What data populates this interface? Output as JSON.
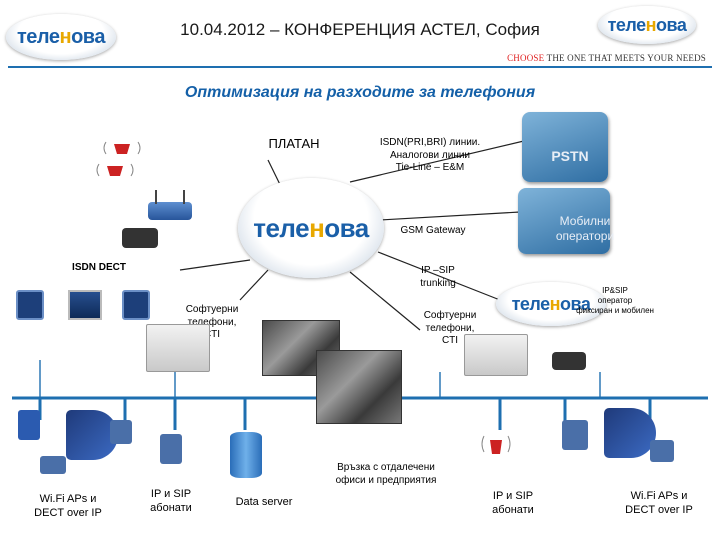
{
  "header": {
    "title": "10.04.2012 – КОНФЕРЕНЦИЯ АСТЕЛ, София",
    "tagline_choose": "CHOOSE",
    "tagline_rest": " THE ONE THAT MEETS YOUR NEEDS"
  },
  "logo_text_pre": "теле",
  "logo_text_accent": "н",
  "logo_text_post": "ова",
  "subtitle": "Оптимизация на разходите за телефония",
  "labels": {
    "platan": "ПЛАТАН",
    "isdn_lines": "ISDN(PRI,BRI) линии.\nАналогови линии\nTie-Line – E&M",
    "gsm_gateway": "GSM Gateway",
    "pstn": "PSTN",
    "mobile_operators": "Мобилни\nоператори",
    "isdn_dect": "ISDN DECT",
    "ip_sip_trunking": "IP –SIP\ntrunking",
    "ip_sip_operator": "IP&SIP\nоператор\nфиксиран и мобилен",
    "soft_phones_left": "Софтуерни\nтелефони,\nCTI",
    "soft_phones_right": "Софтуерни\nтелефони,\nCTI",
    "remote_offices": "Връзка с отдалечени\nофиси и предприятия",
    "wifi_left": "Wi.Fi APs и\nDECT over IP",
    "ip_sip_left": "IP и SIP\nабонати",
    "data_server": "Data server",
    "ip_sip_right": "IP и SIP\nабонати",
    "wifi_right": "Wi.Fi APs и\nDECT over IP"
  },
  "colors": {
    "accent_blue": "#1460a8",
    "bus_blue": "#1e6fb0",
    "logo_blue": "#1a5fa8",
    "logo_accent": "#e8a800",
    "tagline_red": "#e02020"
  }
}
